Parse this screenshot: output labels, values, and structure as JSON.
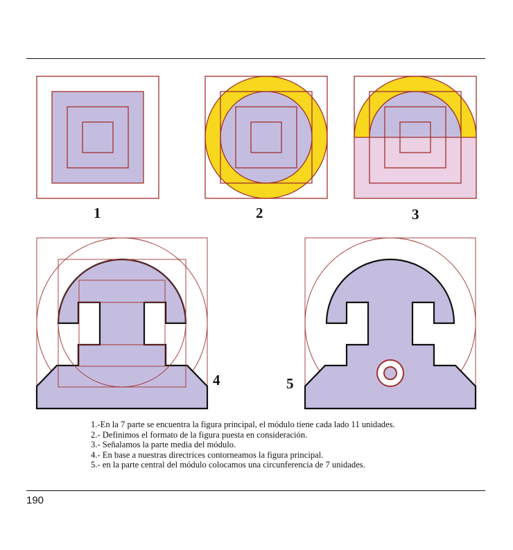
{
  "figures": [
    {
      "label": "1"
    },
    {
      "label": "2"
    },
    {
      "label": "3"
    },
    {
      "label": "4"
    },
    {
      "label": "5"
    }
  ],
  "captions": [
    "1.-En la 7 parte se encuentra la figura principal, el módulo tiene cada lado 11 unidades.",
    "2.- Definimos el formato de la figura puesta en consideración.",
    "3.- Señalamos la parte media del módulo.",
    "4.- En base a nuestras directrices contorneamos la figura principal.",
    "5.- en la parte central del módulo colocamos una circunferencia de 7 unidades."
  ],
  "page_number": "190",
  "colors": {
    "guide_line": "#a0312c",
    "lavender_fill": "#c5bde0",
    "yellow_fill": "#f7d81e",
    "pink_fill": "#ecd0e4",
    "outline": "#111111"
  }
}
